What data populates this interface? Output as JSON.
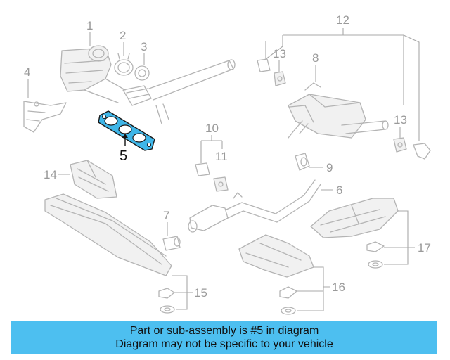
{
  "diagram": {
    "highlighted_part": "5",
    "highlight_color": "#3fb6e8",
    "callouts": {
      "c1": "1",
      "c2": "2",
      "c3": "3",
      "c4": "4",
      "c5": "5",
      "c6": "6",
      "c7": "7",
      "c8": "8",
      "c9": "9",
      "c10": "10",
      "c11": "11",
      "c12": "12",
      "c13a": "13",
      "c13b": "13",
      "c14": "14",
      "c15": "15",
      "c16": "16",
      "c17": "17"
    }
  },
  "banner": {
    "line1": "Part or sub-assembly is #5 in diagram",
    "line2": "Diagram may not be specific to your vehicle",
    "color": "#4dbff0"
  }
}
